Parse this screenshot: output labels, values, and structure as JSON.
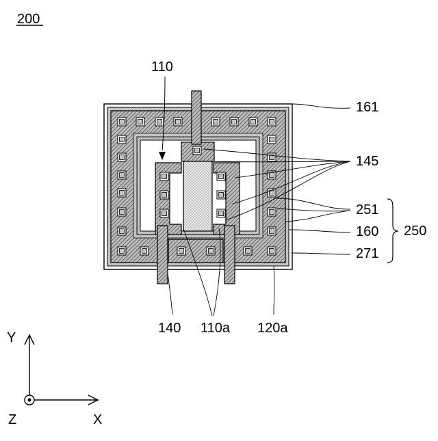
{
  "figure": {
    "number": "200"
  },
  "labels": {
    "l110": "110",
    "l161": "161",
    "l145": "145",
    "l251": "251",
    "l160": "160",
    "l271": "271",
    "l250": "250",
    "l140": "140",
    "l110a": "110a",
    "l120a": "120a"
  },
  "axes": {
    "y": "Y",
    "x": "X",
    "z": "Z"
  }
}
